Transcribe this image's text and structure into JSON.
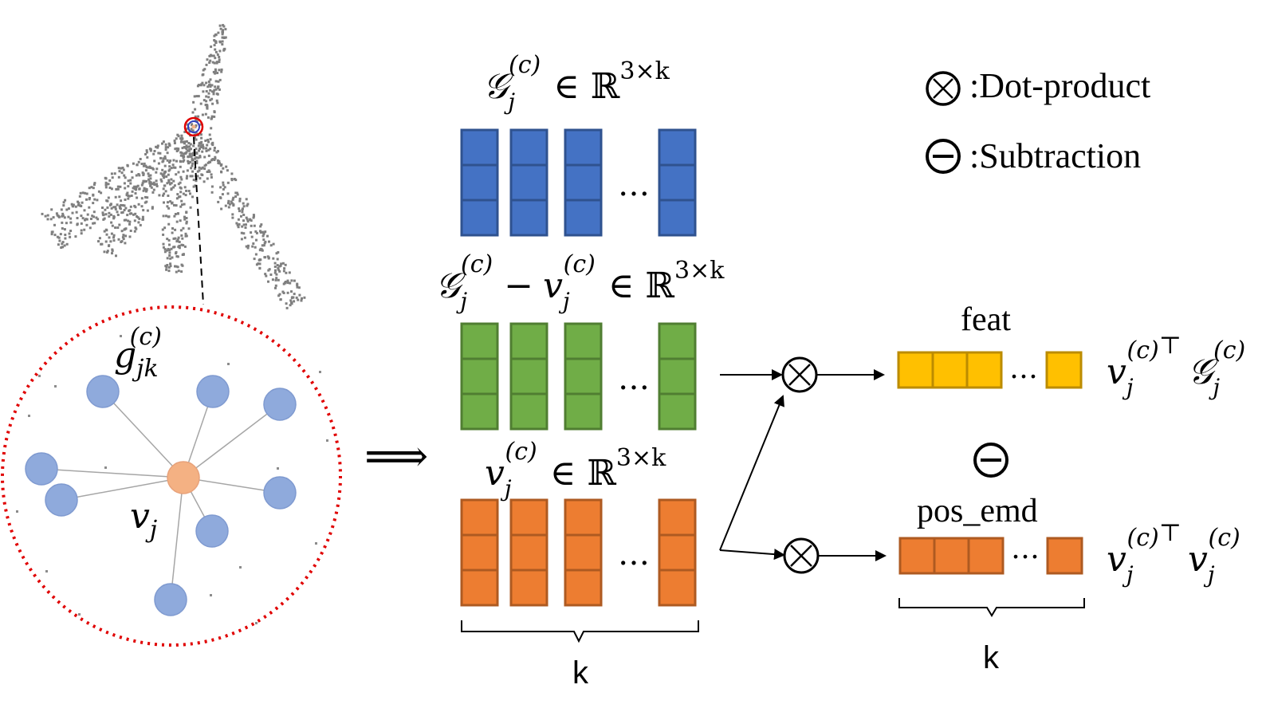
{
  "legend": {
    "dot_symbol": "⊗",
    "dot_label": ":Dot-product",
    "sub_symbol": "⊖",
    "sub_label": ":Subtraction"
  },
  "neighborhood": {
    "edge_label": "g",
    "edge_sub": "jk",
    "edge_sup": "(c)",
    "center_label": "v",
    "center_sub": "j"
  },
  "implies_symbol": "⟹",
  "matrices": {
    "G": {
      "main": "𝒢",
      "sub": "j",
      "sup": "(c)",
      "space": "∈ ℝ",
      "dim": "3×k"
    },
    "diff": {
      "main": "𝒢",
      "sub": "j",
      "sup": "(c)",
      "minus": "−",
      "v": "v",
      "vsub": "j",
      "vsup": "(c)",
      "space": "∈ ℝ",
      "dim": "3×k"
    },
    "V": {
      "main": "v",
      "sub": "j",
      "sup": "(c)",
      "space": "∈ ℝ",
      "dim": "3×k"
    },
    "ellipsis": "…",
    "k_label": "k"
  },
  "ops": {
    "dot": "⊗",
    "sub": "⊖"
  },
  "outputs": {
    "feat_label": "feat",
    "pos_label": "pos_emd",
    "k_label": "k",
    "ellipsis": "…",
    "feat_expr": {
      "v": "v",
      "vsub": "j",
      "vsup": "(c)",
      "T": "⊤",
      "g": "𝒢",
      "gsub": "j",
      "gsup": "(c)"
    },
    "pos_expr": {
      "v": "v",
      "vsub": "j",
      "vsup": "(c)",
      "T": "⊤",
      "v2": "v",
      "v2sub": "j",
      "v2sup": "(c)"
    }
  },
  "colors": {
    "blue_fill": "#4472C4",
    "blue_stroke": "#2F528F",
    "green_fill": "#70AD47",
    "green_stroke": "#507E32",
    "orange_fill": "#ED7D31",
    "orange_stroke": "#AE5A21",
    "yellow_fill": "#FFC000",
    "yellow_stroke": "#BC8C00",
    "node_blue": "#8FAADC",
    "node_center": "#F4B183",
    "dotted_circle": "#E00000",
    "point_cloud": "#7F7F7F"
  }
}
